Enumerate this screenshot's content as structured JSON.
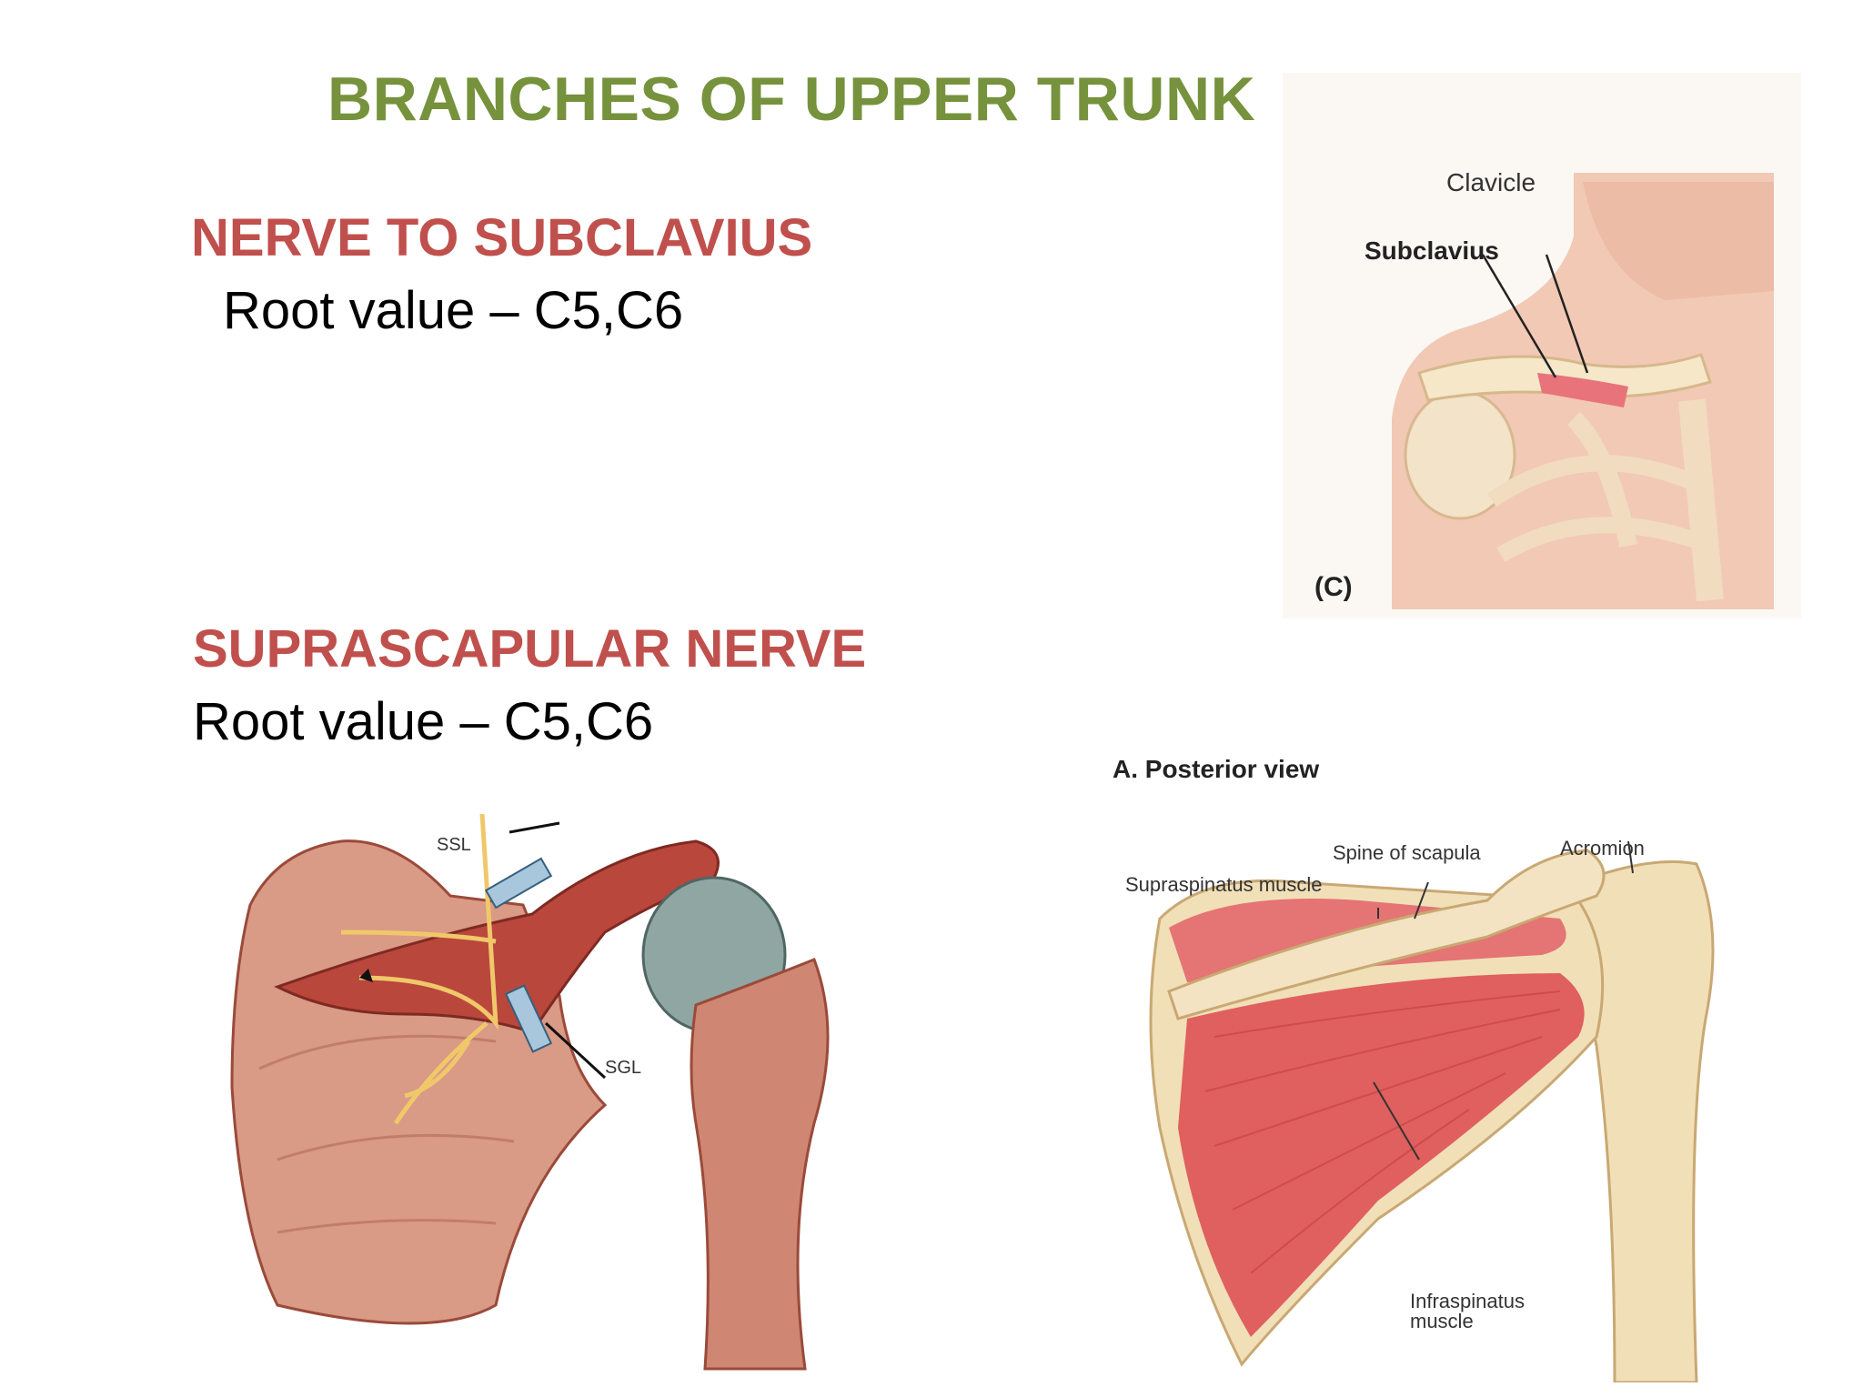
{
  "slide": {
    "title": "BRANCHES OF UPPER TRUNK",
    "section1": {
      "heading": "NERVE TO SUBCLAVIUS",
      "text": "Root value – C5,C6"
    },
    "section2": {
      "heading": "SUPRASCAPULAR NERVE",
      "text": "Root value – C5,C6"
    }
  },
  "figure_c": {
    "labels": {
      "clavicle": "Clavicle",
      "subclavius": "Subclavius",
      "panel": "(C)"
    }
  },
  "figure_scapula": {
    "labels": {
      "ssl": "SSL",
      "sgl": "SGL"
    }
  },
  "figure_posterior": {
    "labels": {
      "title": "A. Posterior view",
      "spine": "Spine of scapula",
      "acromion": "Acromion",
      "supraspinatus": "Supraspinatus muscle",
      "infraspinatus_1": "Infraspinatus",
      "infraspinatus_2": "muscle"
    }
  },
  "colors": {
    "title": "#76923c",
    "heading": "#c0504d",
    "muscle": "#e06a6a",
    "bone": "#f1dfb8"
  }
}
